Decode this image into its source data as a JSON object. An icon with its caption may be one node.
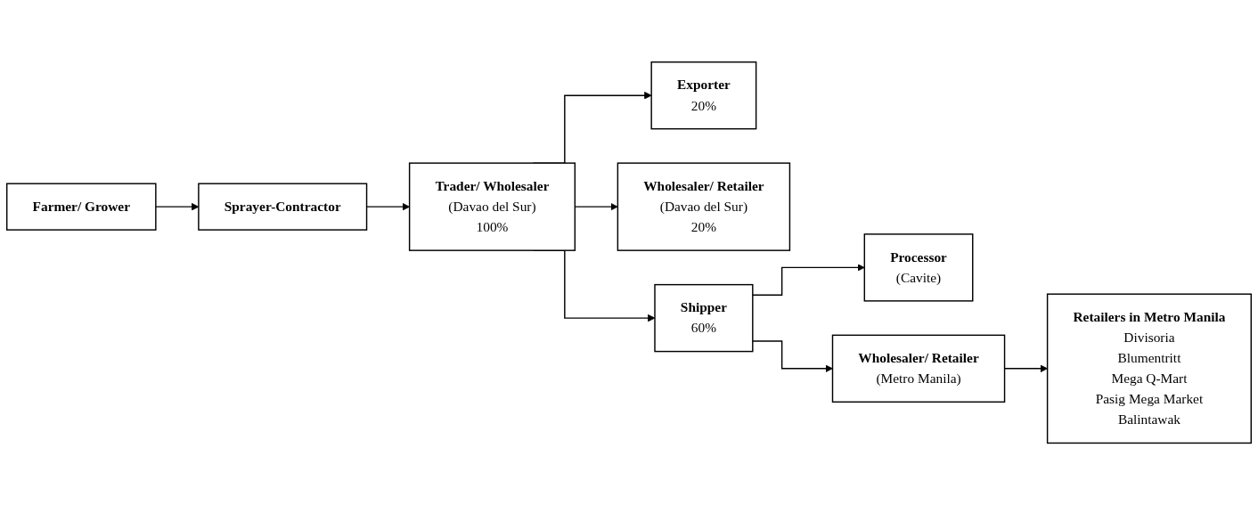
{
  "diagram": {
    "nodes": [
      {
        "text": [
          "Farmer/ Grower"
        ]
      },
      {
        "text": [
          "Sprayer-Contractor"
        ]
      },
      {
        "text": [
          "Exporter",
          "20%"
        ]
      },
      {
        "text": [
          "Trader/ Wholesaler",
          "(Davao del Sur)",
          "100%"
        ]
      },
      {
        "text": [
          "Wholesaler/ Retailer",
          "(Davao del Sur)",
          "20%"
        ]
      },
      {
        "text": [
          "Shipper",
          "60%"
        ]
      },
      {
        "text": [
          "Processor",
          "(Cavite)"
        ]
      },
      {
        "text": [
          "Wholesaler/ Retailer",
          "(Metro Manila)"
        ]
      },
      {
        "text": [
          "Retailers in Metro Manila",
          "Divisoria",
          "Blumentritt",
          "Mega Q-Mart",
          "Pasig Mega Market",
          "Balintawak"
        ]
      }
    ],
    "edges": [
      {
        "from": 0,
        "to": 1,
        "arrow": "to"
      },
      {
        "from": 1,
        "to": 3,
        "arrow": "to"
      },
      {
        "from": 3,
        "to": 2,
        "arrow": "to"
      },
      {
        "from": 3,
        "to": 4,
        "arrow": "to"
      },
      {
        "from": 3,
        "to": 5,
        "arrow": "to"
      },
      {
        "from": 5,
        "to": 6,
        "arrow": "to"
      },
      {
        "from": 5,
        "to": 7,
        "arrow": "to"
      },
      {
        "from": 7,
        "to": 8,
        "arrow": "to"
      }
    ]
  }
}
